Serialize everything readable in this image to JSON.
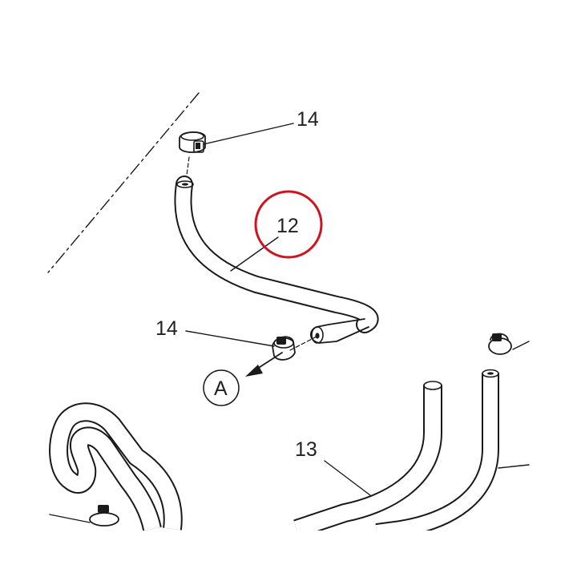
{
  "labels": {
    "clamp_top": "14",
    "hose_12": "12",
    "clamp_lower": "14",
    "arrow_ref": "A",
    "hose_13": "13"
  },
  "colors": {
    "line": "#1a1a1a",
    "highlight": "#d0141e",
    "background": "#ffffff"
  }
}
